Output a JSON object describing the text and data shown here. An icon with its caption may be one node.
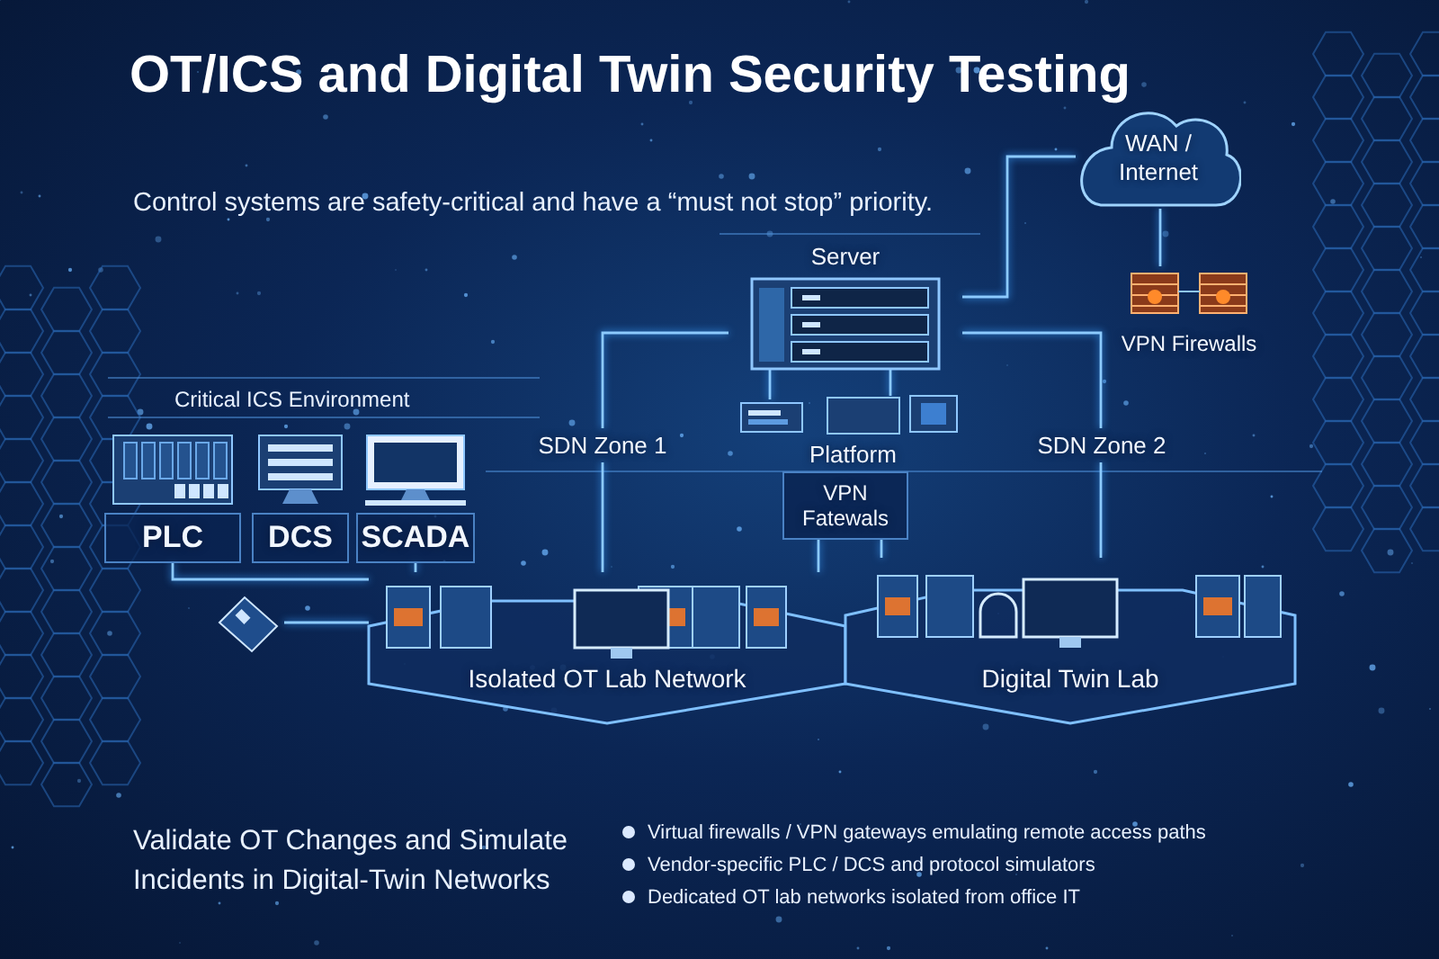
{
  "diagram": {
    "title": "OT/ICS and Digital Twin Security Testing",
    "nodes": [
      {
        "text": [
          "Server"
        ]
      },
      {
        "text": [],
        "shape": "picture"
      },
      {
        "text": [
          "Platform"
        ]
      },
      {
        "text": [
          "WAN / Internet"
        ]
      },
      {
        "text": [
          "VPN Firewalls"
        ]
      },
      {
        "text": [
          "SDN Zone 1"
        ]
      },
      {
        "text": [
          "SDN Zone 2"
        ]
      },
      {
        "text": [
          "PLC"
        ]
      },
      {
        "text": [
          "DCS"
        ]
      },
      {
        "text": [
          "SCADA"
        ]
      },
      {
        "text": [
          "VPN Fatewals"
        ]
      },
      {
        "text": [
          "Isolated OT Lab Network"
        ]
      },
      {
        "text": [
          "Digital Twin Lab"
        ]
      },
      {
        "text": [],
        "shape": "picture"
      }
    ],
    "edges": [
      {
        "from": 0,
        "to": 1,
        "arrow": "none"
      },
      {
        "from": 0,
        "to": 2,
        "arrow": "none"
      },
      {
        "from": 0,
        "to": 6,
        "arrow": "none"
      },
      {
        "from": 3,
        "to": 4,
        "arrow": "none"
      },
      {
        "from": 3,
        "to": 0,
        "arrow": "none"
      },
      {
        "from": 0,
        "to": 5,
        "arrow": "none"
      },
      {
        "from": 5,
        "to": 11,
        "arrow": "none"
      },
      {
        "from": 6,
        "to": 12,
        "arrow": "none"
      },
      {
        "from": 7,
        "to": 11,
        "arrow": "none"
      },
      {
        "from": 9,
        "to": 11,
        "arrow": "none"
      },
      {
        "from": 13,
        "to": 11,
        "arrow": "none"
      },
      {
        "from": 10,
        "to": 11,
        "arrow": "none"
      },
      {
        "from": 10,
        "to": 12,
        "arrow": "none"
      }
    ],
    "labels": [
      "Control systems are safety-critical and have a “must not stop” priority.",
      "Critical ICS Environment",
      "Validate OT Changes and Simulate Incidents in Digital-Twin Networks",
      "Virtual firewalls / VPN gateways emulating remote access paths",
      "Vendor-specific PLC / DCS and protocol simulators",
      "Dedicated OT lab networks isolated from office IT"
    ]
  }
}
